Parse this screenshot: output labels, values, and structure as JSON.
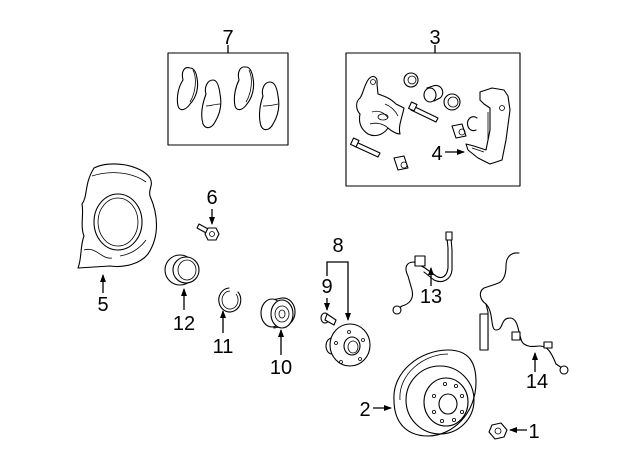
{
  "diagram": {
    "title": "Front brake components",
    "callouts": [
      {
        "num": "1",
        "part": "nut"
      },
      {
        "num": "2",
        "part": "brake-rotor"
      },
      {
        "num": "3",
        "part": "caliper-assembly"
      },
      {
        "num": "4",
        "part": "caliper-support"
      },
      {
        "num": "5",
        "part": "splash-shield"
      },
      {
        "num": "6",
        "part": "shield-bolt"
      },
      {
        "num": "7",
        "part": "brake-pads"
      },
      {
        "num": "8",
        "part": "hub-assembly"
      },
      {
        "num": "9",
        "part": "wheel-stud"
      },
      {
        "num": "10",
        "part": "wheel-bearing"
      },
      {
        "num": "11",
        "part": "snap-ring"
      },
      {
        "num": "12",
        "part": "dust-seal"
      },
      {
        "num": "13",
        "part": "brake-hose"
      },
      {
        "num": "14",
        "part": "abs-sensor"
      }
    ]
  }
}
